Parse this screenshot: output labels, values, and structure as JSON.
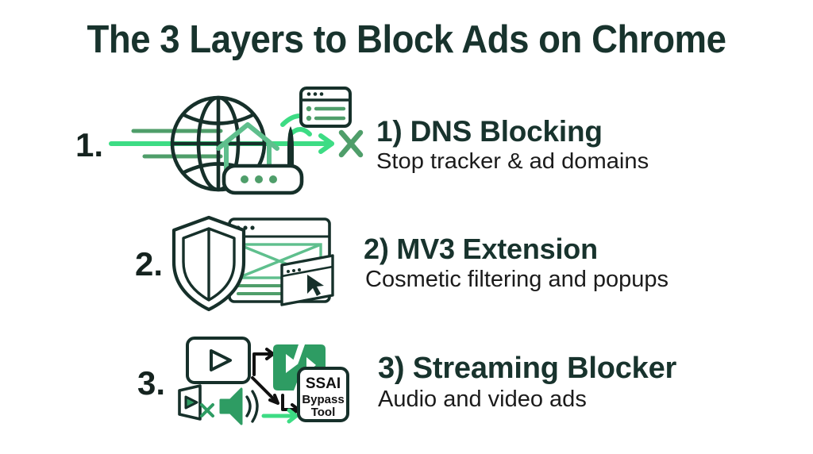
{
  "title": "The 3 Layers to Block Ads on Chrome",
  "colors": {
    "dark": "#18332d",
    "ink": "#15231f",
    "bright_green": "#3ddc84",
    "mid_green": "#4f9e6a",
    "solid_green": "#2e9c63",
    "light_green": "#6ecf9a",
    "background": "#ffffff"
  },
  "rows": [
    {
      "number": "1.",
      "heading": "1) DNS Blocking",
      "subtitle": "Stop tracker & ad domains",
      "icons": [
        "globe-icon",
        "house-icon",
        "router-icon",
        "wifi-icon",
        "browser-window-icon",
        "arrow-right-icon",
        "cross-icon"
      ]
    },
    {
      "number": "2.",
      "heading": "2) MV3 Extension",
      "subtitle": "Cosmetic filtering and popups",
      "icons": [
        "shield-icon",
        "browser-window-icon",
        "blocked-image-icon",
        "popup-window-icon",
        "cursor-icon"
      ]
    },
    {
      "number": "3.",
      "heading": "3) Streaming Blocker",
      "subtitle": "Audio and video ads",
      "icons": [
        "video-play-icon",
        "broken-video-icon",
        "muted-video-icon",
        "speaker-icon",
        "arrow-right-icon",
        "ssai-bypass-tool-card"
      ]
    }
  ],
  "ssai_card": {
    "line1": "SSAI",
    "line2": "Bypass",
    "line3": "Tool"
  }
}
